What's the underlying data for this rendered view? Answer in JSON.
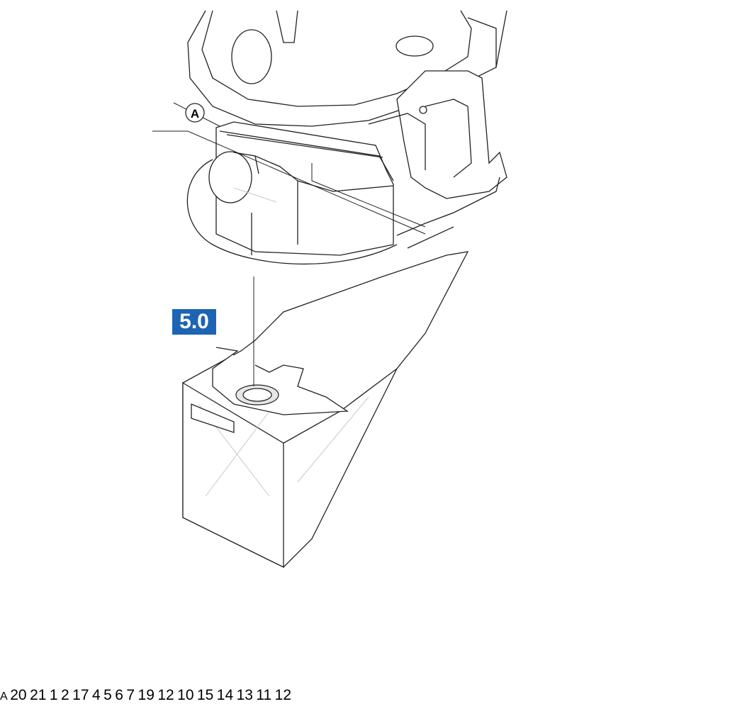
{
  "section": {
    "label": "5.0",
    "color": "#1d64b4"
  },
  "detail_marker": {
    "letter": "A"
  },
  "parts": [
    {
      "number": "20"
    },
    {
      "number": "21"
    },
    {
      "number": "1"
    },
    {
      "number": "2"
    },
    {
      "number": "17"
    },
    {
      "number": "4"
    },
    {
      "number": "5"
    },
    {
      "number": "6"
    },
    {
      "number": "7"
    },
    {
      "number": "19"
    },
    {
      "number": "12"
    },
    {
      "number": "10"
    },
    {
      "number": "15"
    },
    {
      "number": "14"
    },
    {
      "number": "13"
    },
    {
      "number": "11"
    },
    {
      "number": "12"
    }
  ]
}
